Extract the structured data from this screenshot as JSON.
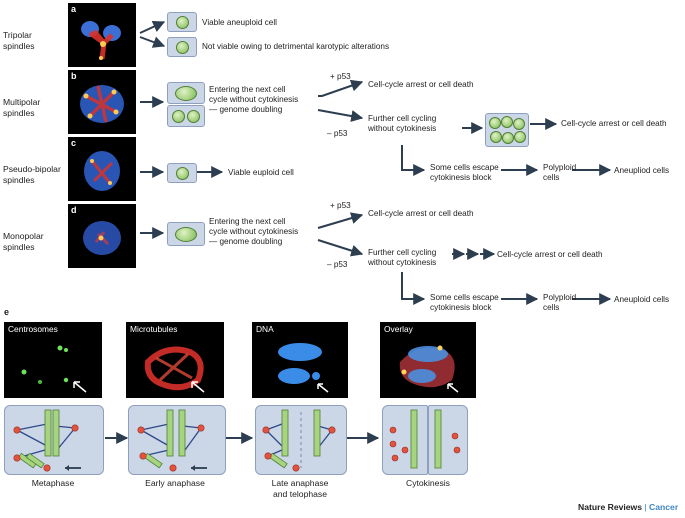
{
  "panels": {
    "a": {
      "letter": "a",
      "label": "Tripolar\nspindles"
    },
    "b": {
      "letter": "b",
      "label": "Multipolar\nspindles"
    },
    "c": {
      "letter": "c",
      "label": "Pseudo-bipolar\nspindles"
    },
    "d": {
      "letter": "d",
      "label": "Monopolar\nspindles"
    },
    "e": {
      "letter": "e"
    }
  },
  "text": {
    "viable_aneuploid": "Viable aneuploid cell",
    "not_viable": "Not viable owing to detrimental karotypic alterations",
    "b_entering": "Entering the next cell\ncycle without cytokinesis\n— genome doubling",
    "b_plus_p53": "+ p53",
    "b_minus_p53": "– p53",
    "b_arrest_top": "Cell-cycle arrest or cell death",
    "b_further": "Further cell cycling\nwithout cytokinesis",
    "b_arrest_right": "Cell-cycle arrest or cell death",
    "b_escape": "Some cells escape\ncytokinesis block",
    "b_polyploid": "Polyploid\ncells",
    "b_aneuploid": "Aneupliod cells",
    "c_euploid": "Viable euploid cell",
    "d_entering": "Entering the next cell\ncycle without cytokinesis\n— genome doubling",
    "d_plus_p53": "+ p53",
    "d_minus_p53": "– p53",
    "d_arrest_top": "Cell-cycle arrest or cell death",
    "d_further": "Further cell cycling\nwithout cytokinesis",
    "d_arrest_right": "Cell-cycle arrest or cell death",
    "d_escape": "Some cells escape\ncytokinesis block",
    "d_polyploid": "Polyploid\ncells",
    "d_aneuploid": "Aneuploid cells"
  },
  "micrographs": [
    "Centrosomes",
    "Microtubules",
    "DNA",
    "Overlay"
  ],
  "stages": [
    "Metaphase",
    "Early anaphase",
    "Late anaphase\nand telophase",
    "Cytokinesis"
  ],
  "credit": {
    "journal": "Nature Reviews",
    "separator": " | ",
    "section": "Cancer"
  },
  "colors": {
    "arrow": "#2c3e50",
    "cell_fill": "#a6d47f",
    "box_fill": "#cbd6e6",
    "chromosome": "#9fd17c",
    "centrosome": "#e2533f",
    "spindle": "#2e4a8a",
    "credit_accent": "#3f86c4"
  }
}
